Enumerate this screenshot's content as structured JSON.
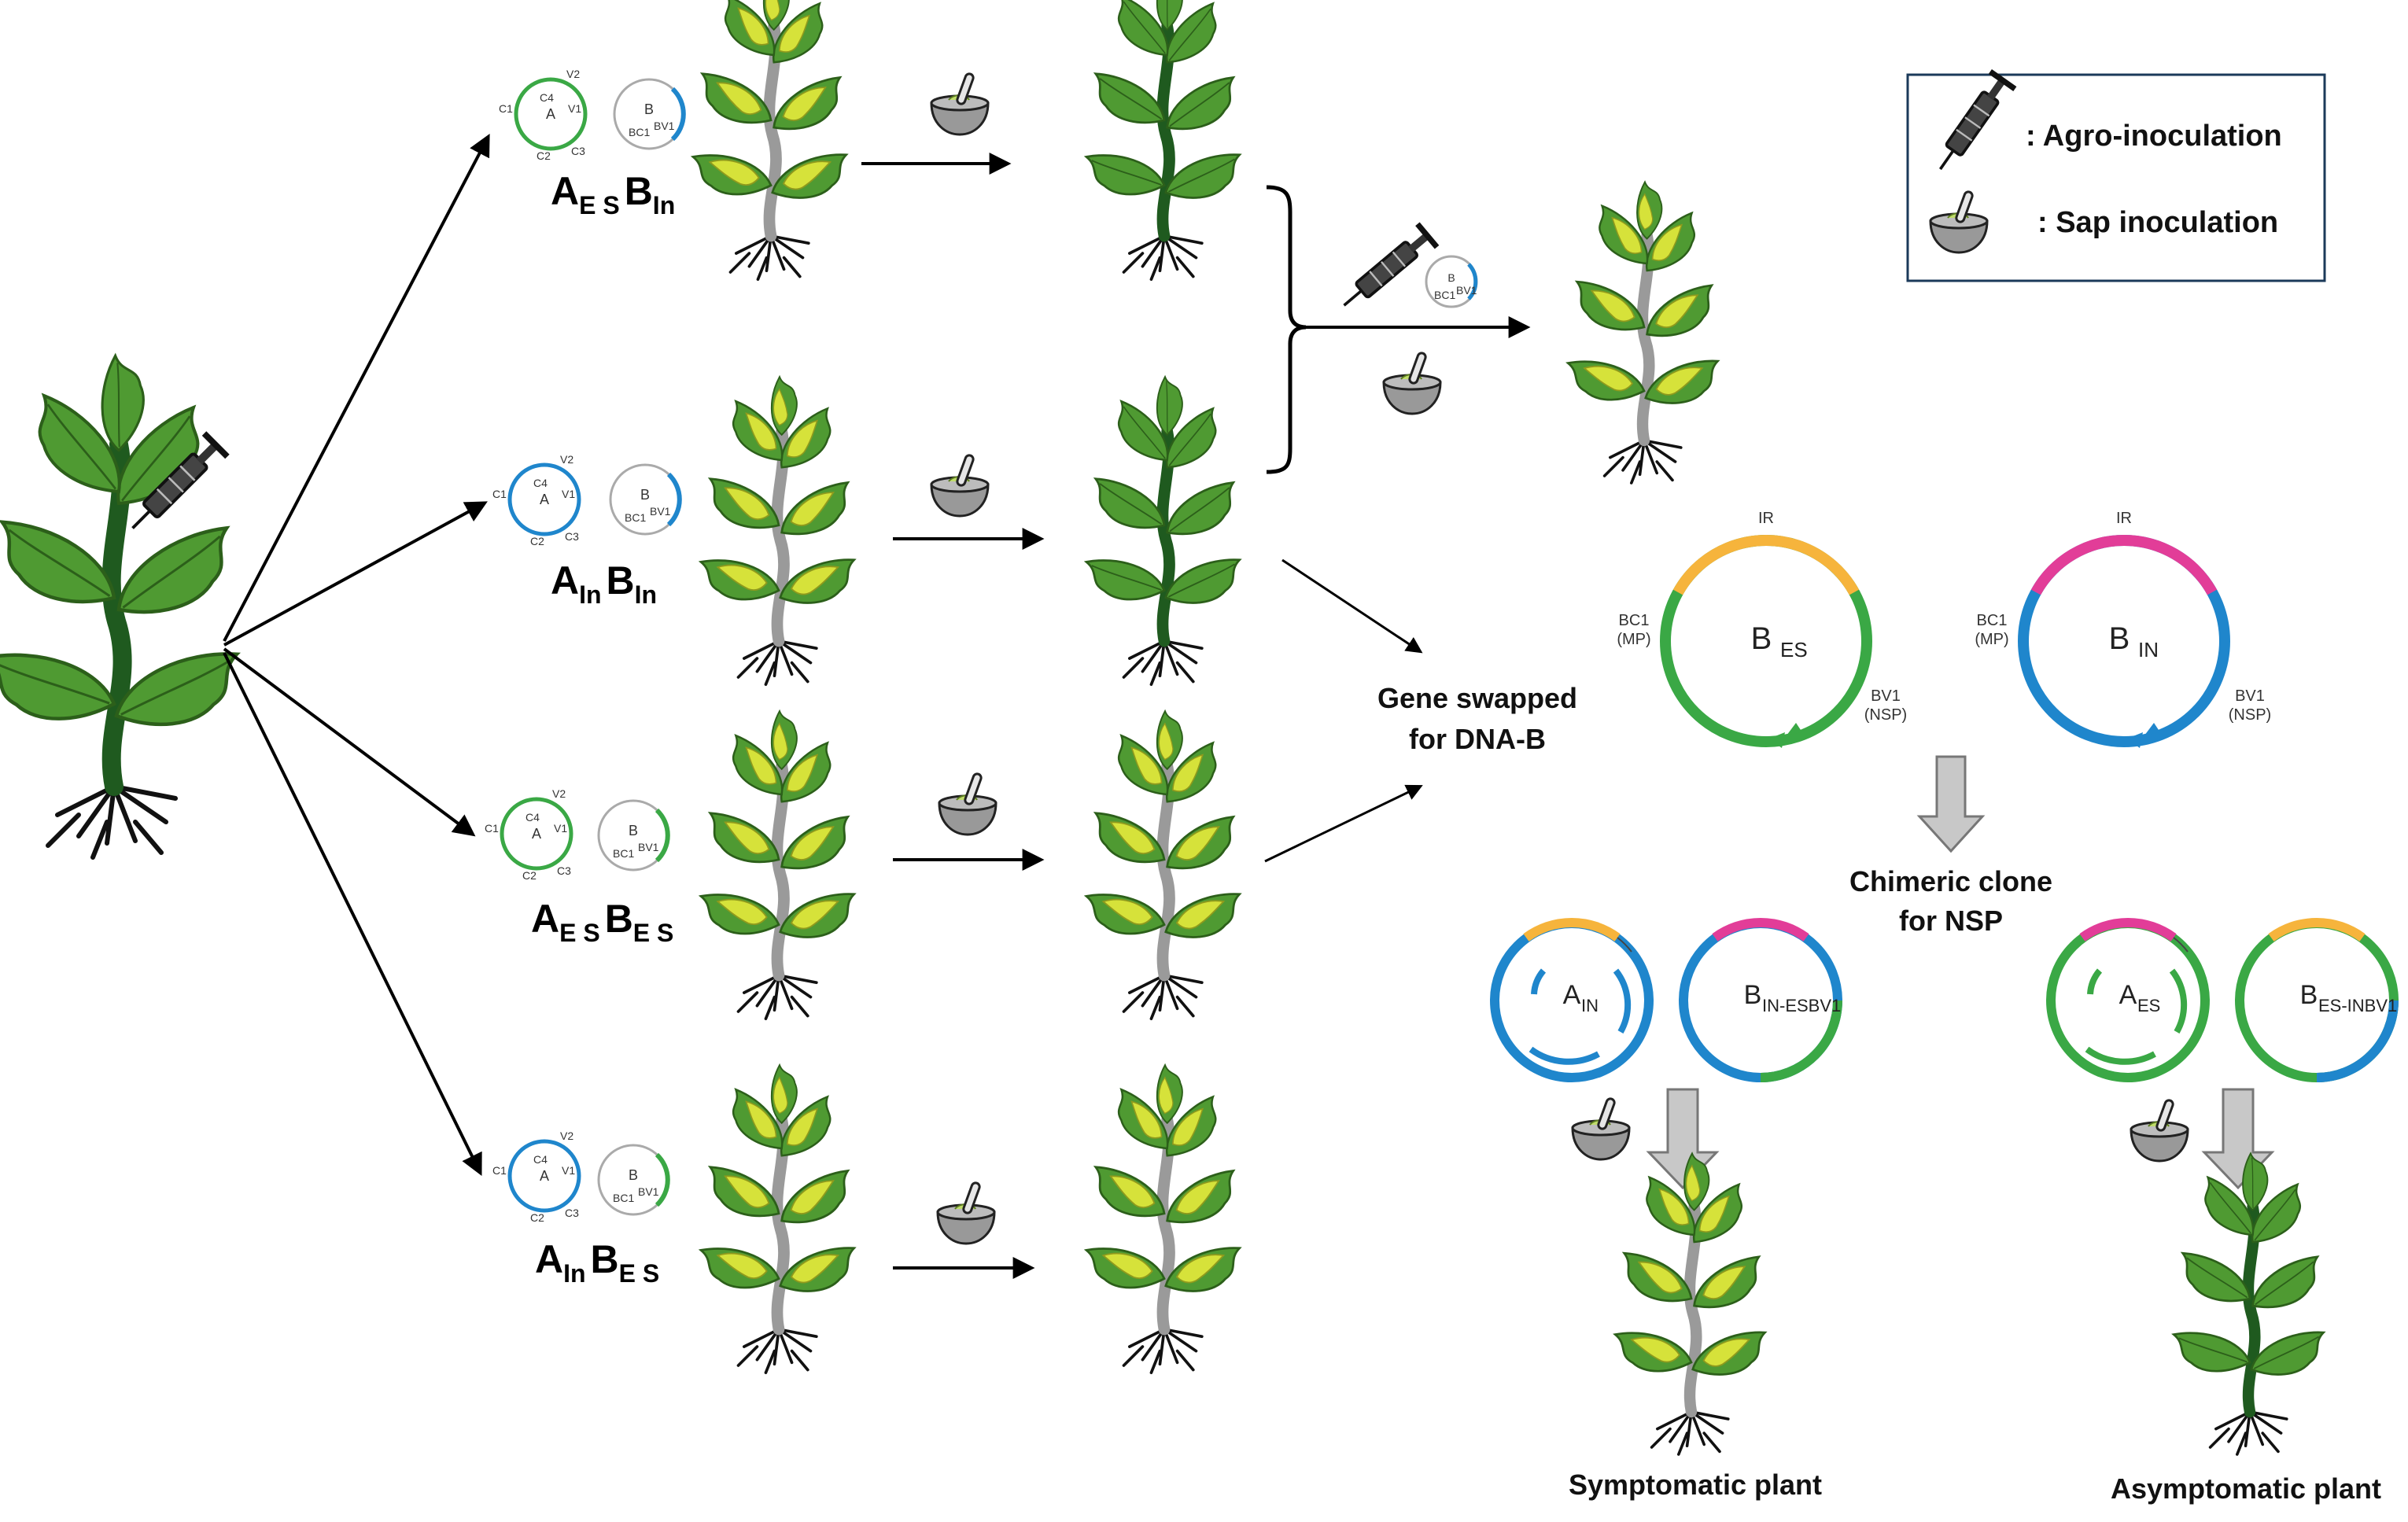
{
  "colors": {
    "es": "#3aa845",
    "in": "#1f86cc",
    "ir_yellow": "#f6b43c",
    "ir_pink": "#e23d98",
    "healthy_leaf": "#4f9a32",
    "symptom_leaf": "#d6e23a",
    "healthy_stem": "#1f5a1f",
    "symptom_stem": "#9a9a9a"
  },
  "legend": {
    "agro": ": Agro-inoculation",
    "sap": ": Sap inoculation"
  },
  "combos": [
    {
      "a": "A",
      "a_sub": "E S",
      "b": "B",
      "b_sub": "In"
    },
    {
      "a": "A",
      "a_sub": "In",
      "b": "B",
      "b_sub": "In"
    },
    {
      "a": "A",
      "a_sub": "E S",
      "b": "B",
      "b_sub": "E S"
    },
    {
      "a": "A",
      "a_sub": "In",
      "b": "B",
      "b_sub": "E S"
    }
  ],
  "plasmid_labels": {
    "a": "A",
    "b": "B",
    "c1": "C1",
    "c2": "C2",
    "c3": "C3",
    "c4": "C4",
    "v1": "V1",
    "v2": "V2",
    "bc1": "BC1",
    "bv1": "BV1"
  },
  "gene_swap": {
    "title_line1": "Gene swapped",
    "title_line2": "for DNA-B",
    "left": {
      "name": "B",
      "sub": "ES",
      "ir": "IR",
      "bc1": "BC1",
      "mp": "(MP)",
      "bv1": "BV1",
      "nsp": "(NSP)"
    },
    "right": {
      "name": "B",
      "sub": "IN",
      "ir": "IR",
      "bc1": "BC1",
      "mp": "(MP)",
      "bv1": "BV1",
      "nsp": "(NSP)"
    }
  },
  "chimeric": {
    "title_line1": "Chimeric clone",
    "title_line2": "for NSP",
    "left_a": {
      "name": "A",
      "sub": "IN"
    },
    "left_b": {
      "name": "B",
      "sub": "IN-ESBV1"
    },
    "right_a": {
      "name": "A",
      "sub": "ES"
    },
    "right_b": {
      "name": "B",
      "sub": "ES-INBV1"
    }
  },
  "outcomes": {
    "symptomatic": "Symptomatic plant",
    "asymptomatic": "Asymptomatic plant"
  }
}
